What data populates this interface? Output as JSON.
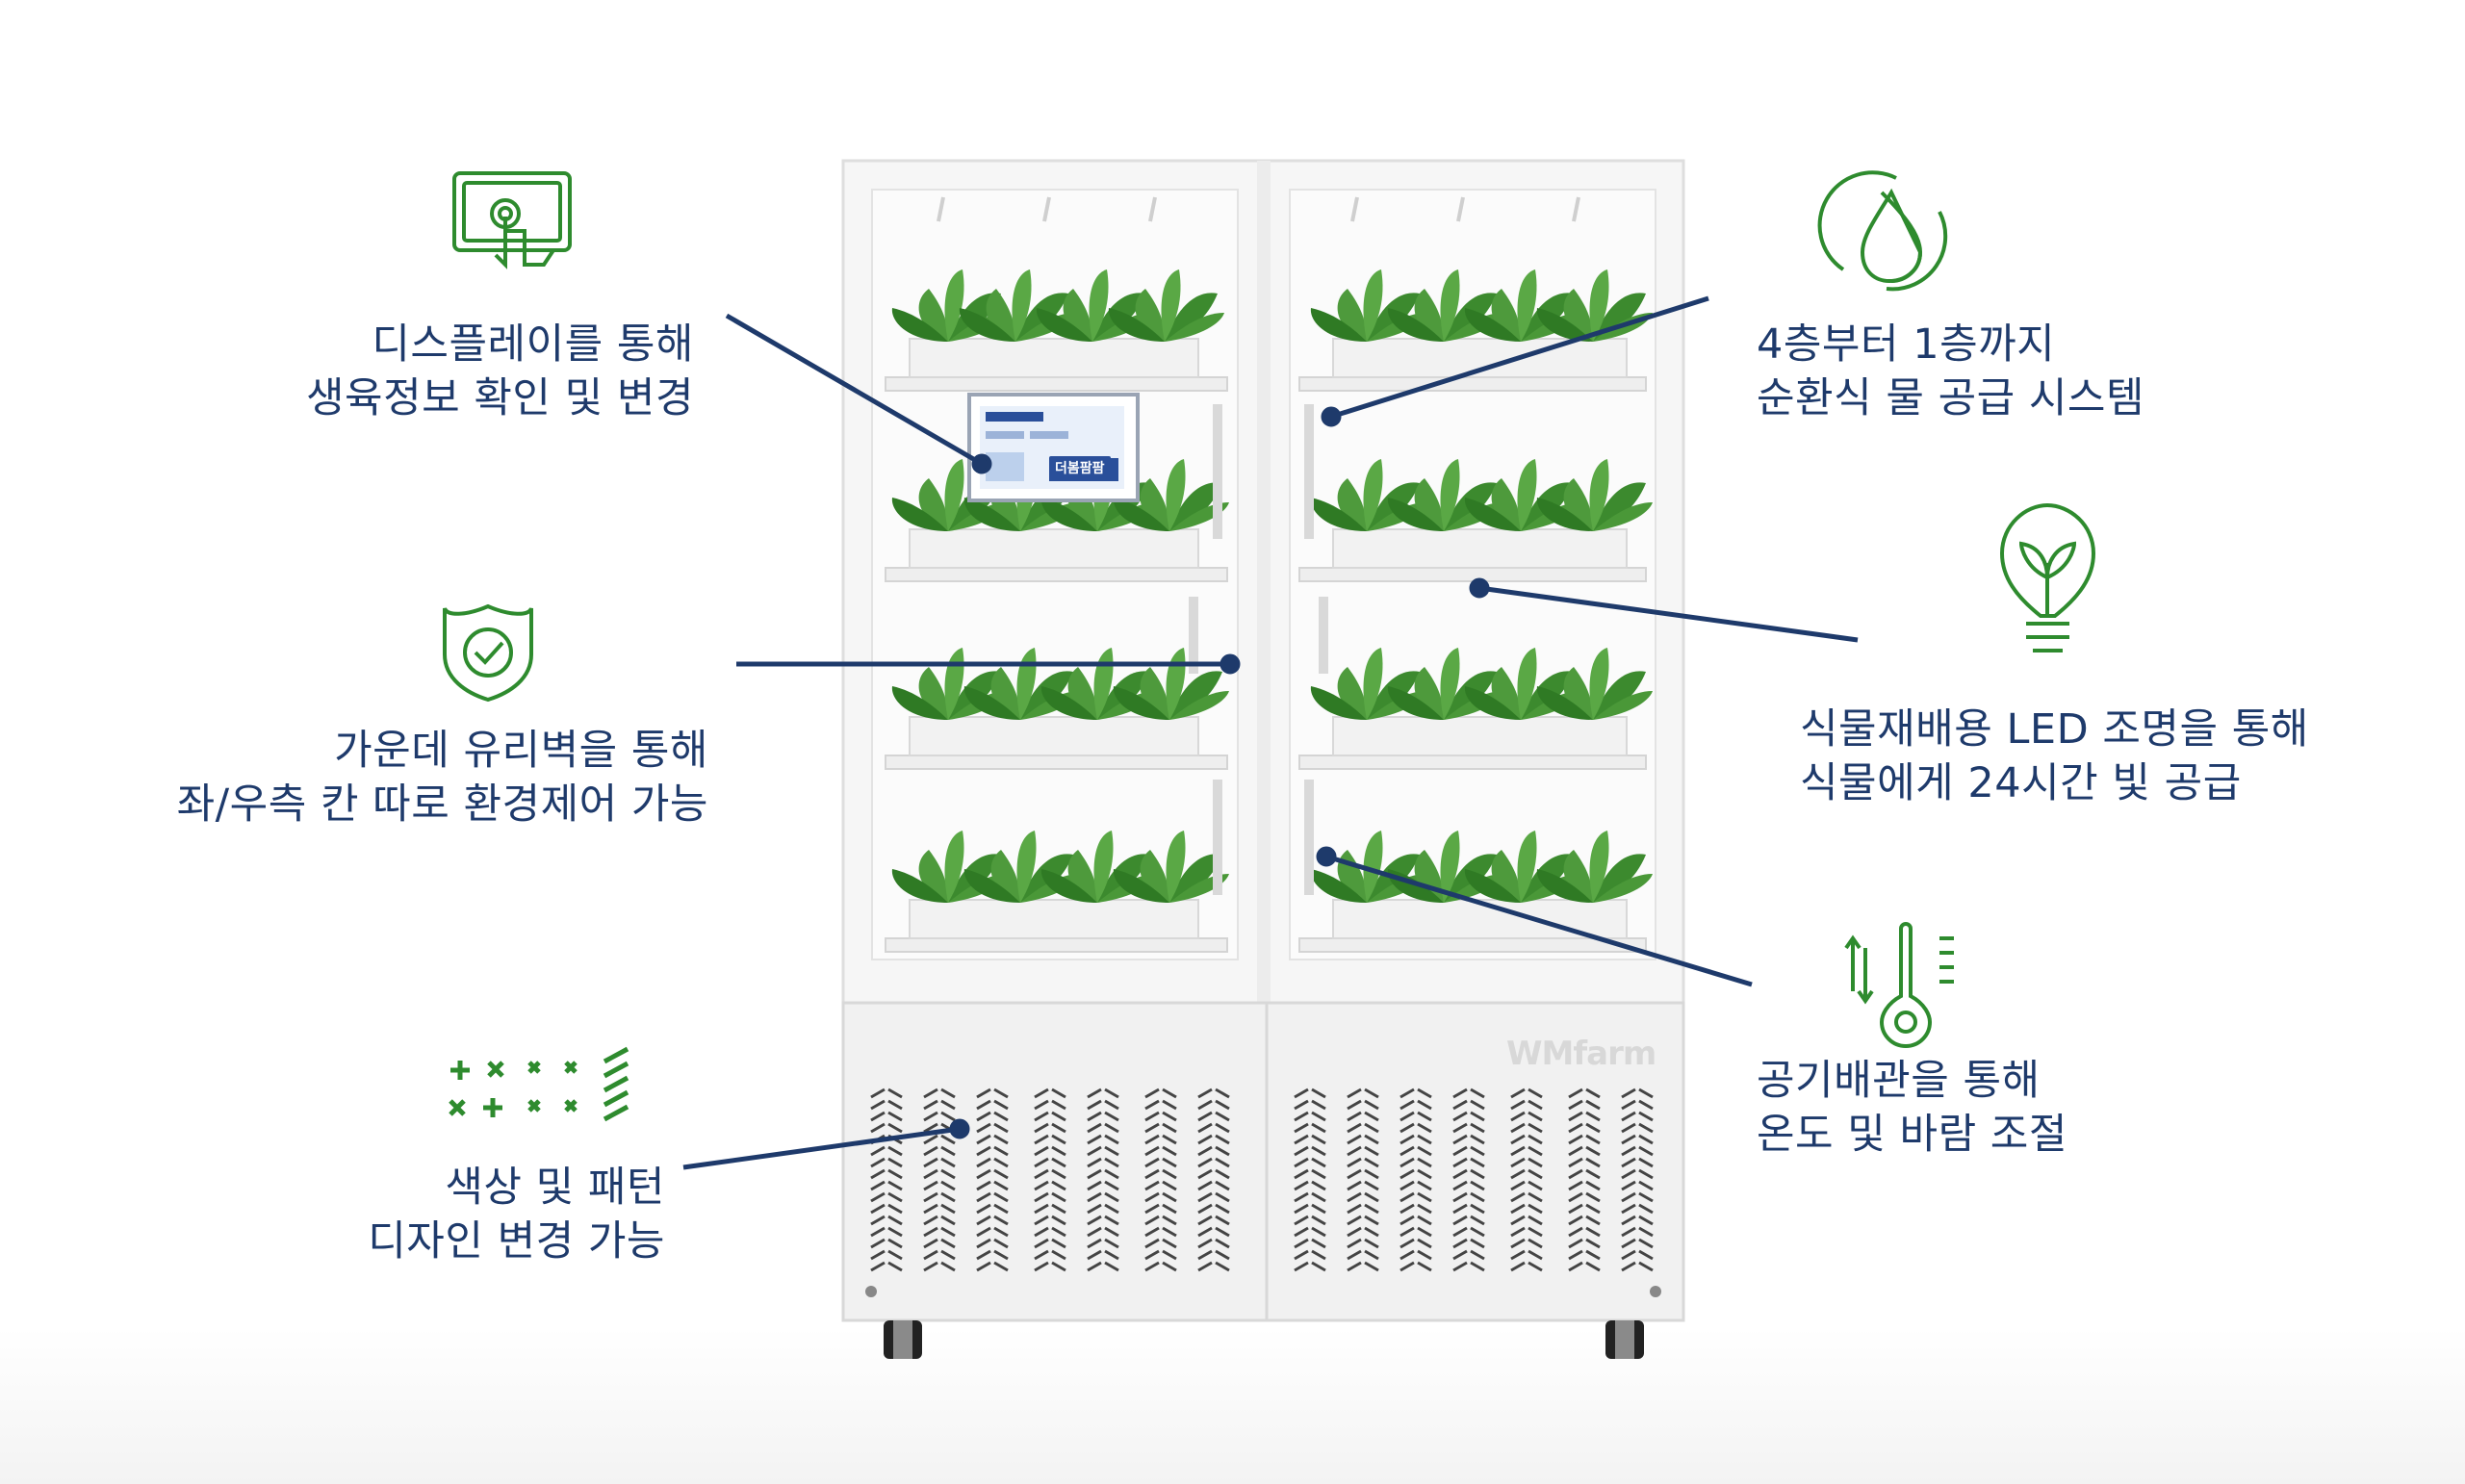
{
  "colors": {
    "text": "#1e3a6b",
    "icon": "#2e8b2e",
    "line": "#1e3a6b",
    "cabinet": "#f4f4f4",
    "plant": "#3f8f32"
  },
  "brand": {
    "logo": "WMfarm"
  },
  "display_screen": {
    "logo": "더봄팜팜"
  },
  "features": [
    {
      "icon": "touch-screen-icon",
      "lines": [
        "디스플레이를 통해",
        "생육정보 확인 및 변경"
      ]
    },
    {
      "icon": "shield-check-icon",
      "lines": [
        "가운데 유리벽을 통해",
        "좌/우측 칸 따로 환경제어 가능"
      ]
    },
    {
      "icon": "pattern-icon",
      "lines": [
        "색상 및 패턴",
        "디자인 변경 가능"
      ]
    },
    {
      "icon": "water-cycle-icon",
      "lines": [
        "4층부터 1층까지",
        "순환식 물 공급 시스템"
      ]
    },
    {
      "icon": "lightbulb-leaf-icon",
      "lines": [
        "식물재배용 LED 조명을 통해",
        "식물에게 24시간 빛 공급"
      ]
    },
    {
      "icon": "thermometer-icon",
      "lines": [
        "공기배관을 통해",
        "온도 및 바람 조절"
      ]
    }
  ]
}
